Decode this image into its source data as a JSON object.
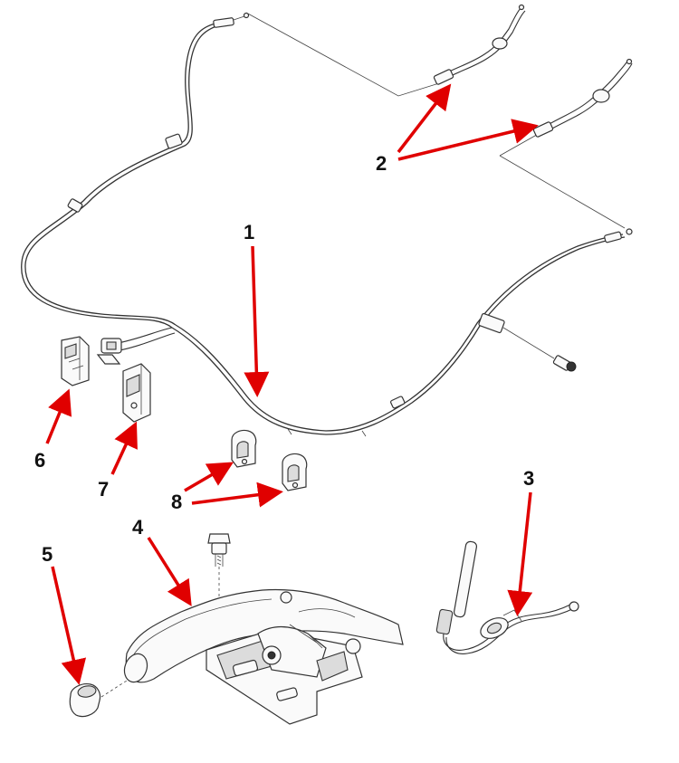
{
  "callouts": {
    "c1": "1",
    "c2": "2",
    "c3": "3",
    "c4": "4",
    "c5": "5",
    "c6": "6",
    "c7": "7",
    "c8": "8"
  },
  "colors": {
    "arrow": "#e00000",
    "line": "#333333",
    "background": "#ffffff"
  }
}
